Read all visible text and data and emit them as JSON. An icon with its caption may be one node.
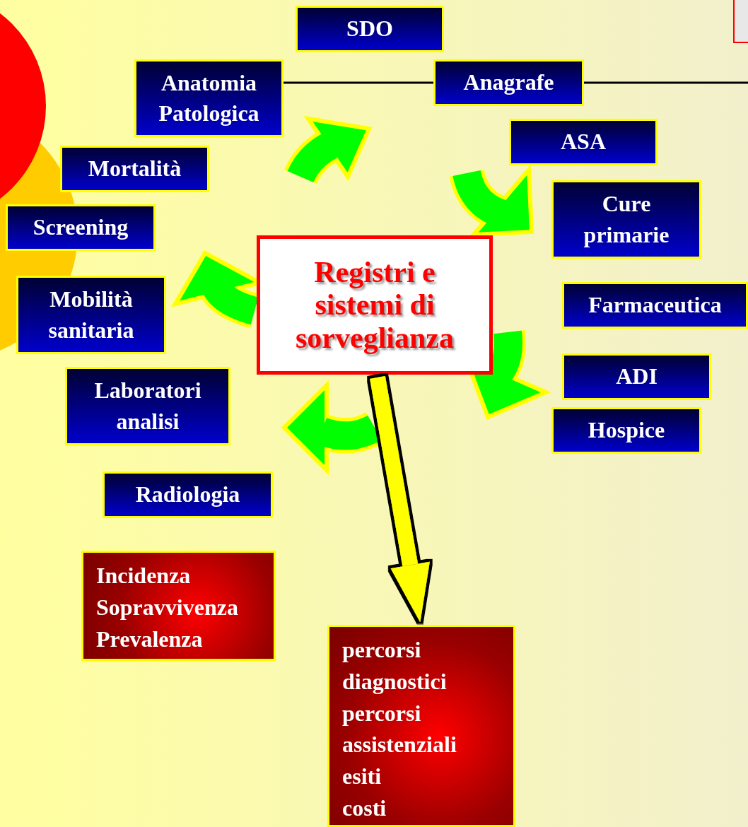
{
  "diagram": {
    "nodes": [
      {
        "text": [
          "SDO"
        ]
      },
      {
        "text": [
          "Anatomia Patologica"
        ]
      },
      {
        "text": [
          "Anagrafe"
        ]
      },
      {
        "text": [
          "ASA"
        ]
      },
      {
        "text": [
          "Mortalità"
        ]
      },
      {
        "text": [
          "Cure primarie"
        ]
      },
      {
        "text": [
          "Screening"
        ]
      },
      {
        "text": [
          "Registri e sistemi di sorveglianza"
        ]
      },
      {
        "text": [
          "Farmaceutica"
        ]
      },
      {
        "text": [
          "Mobilità sanitaria"
        ]
      },
      {
        "text": [
          "ADI"
        ]
      },
      {
        "text": [
          "Laboratori analisi"
        ]
      },
      {
        "text": [
          "Hospice"
        ]
      },
      {
        "text": [
          "Radiologia"
        ]
      },
      {
        "text": [
          "Incidenza",
          "Sopravvivenza",
          "Prevalenza"
        ]
      },
      {
        "text": [
          "percorsi diagnostici",
          "percorsi assistenziali",
          "esiti",
          "costi"
        ]
      }
    ],
    "edges": [
      {
        "from": 1,
        "to": 2,
        "arrow": "none"
      },
      {
        "from": 2,
        "to": null,
        "arrow": "none"
      },
      {
        "from": 7,
        "to": 15,
        "arrow": "to",
        "style": "thick",
        "color": "#ffff00"
      }
    ]
  }
}
